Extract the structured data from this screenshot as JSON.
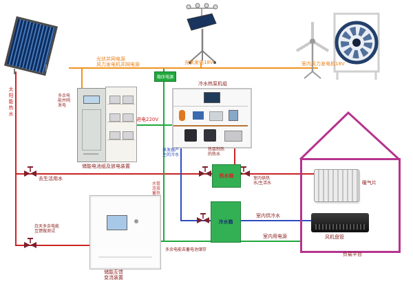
{
  "colors": {
    "power_bus": "#f0921e",
    "hot_water": "#cc2222",
    "cold_water": "#2b4bbf",
    "electric": "#1fa83c",
    "house_outline": "#b5348e",
    "label_dark_red": "#8b2020",
    "tank_green": "#33b054"
  },
  "top": {
    "pv_grid_label": "光伏并网电源",
    "wind_grid_label": "风力发电机并网电源",
    "pv_gen_label": "光伏发电18V",
    "wind_gen_label": "室内风力发电机18V",
    "stabilizer_label": "稳压电源"
  },
  "left": {
    "solar_hot_water": "太阳能热水",
    "surplus_grid": "多余电能并网发电",
    "battery_cabinet": "储能电池组及放电装置",
    "domestic_water": "去生活用水",
    "day_surplus": "白天多余电能互馈做测试",
    "inverter_cabinet": "储能互馈变流装置",
    "battery_charge": "多余电能去蓄电池储存"
  },
  "center": {
    "heat_pump": "冷水热泵机组",
    "mains": "进电220V",
    "evap_cold": "蒸发器产生的冷水",
    "hp_hot": "热泵制热的热水",
    "hot_tank": "热水箱",
    "cold_tank": "冷水箱",
    "pipe_note": "水管连接蓄热制热"
  },
  "right": {
    "indoor_hot": "室内供热水/生活水",
    "indoor_cold": "室内供冷水",
    "indoor_power": "室内用电源",
    "radiator": "暖气片",
    "fan_coil": "风机盘管",
    "load_platform": "负载平台"
  }
}
